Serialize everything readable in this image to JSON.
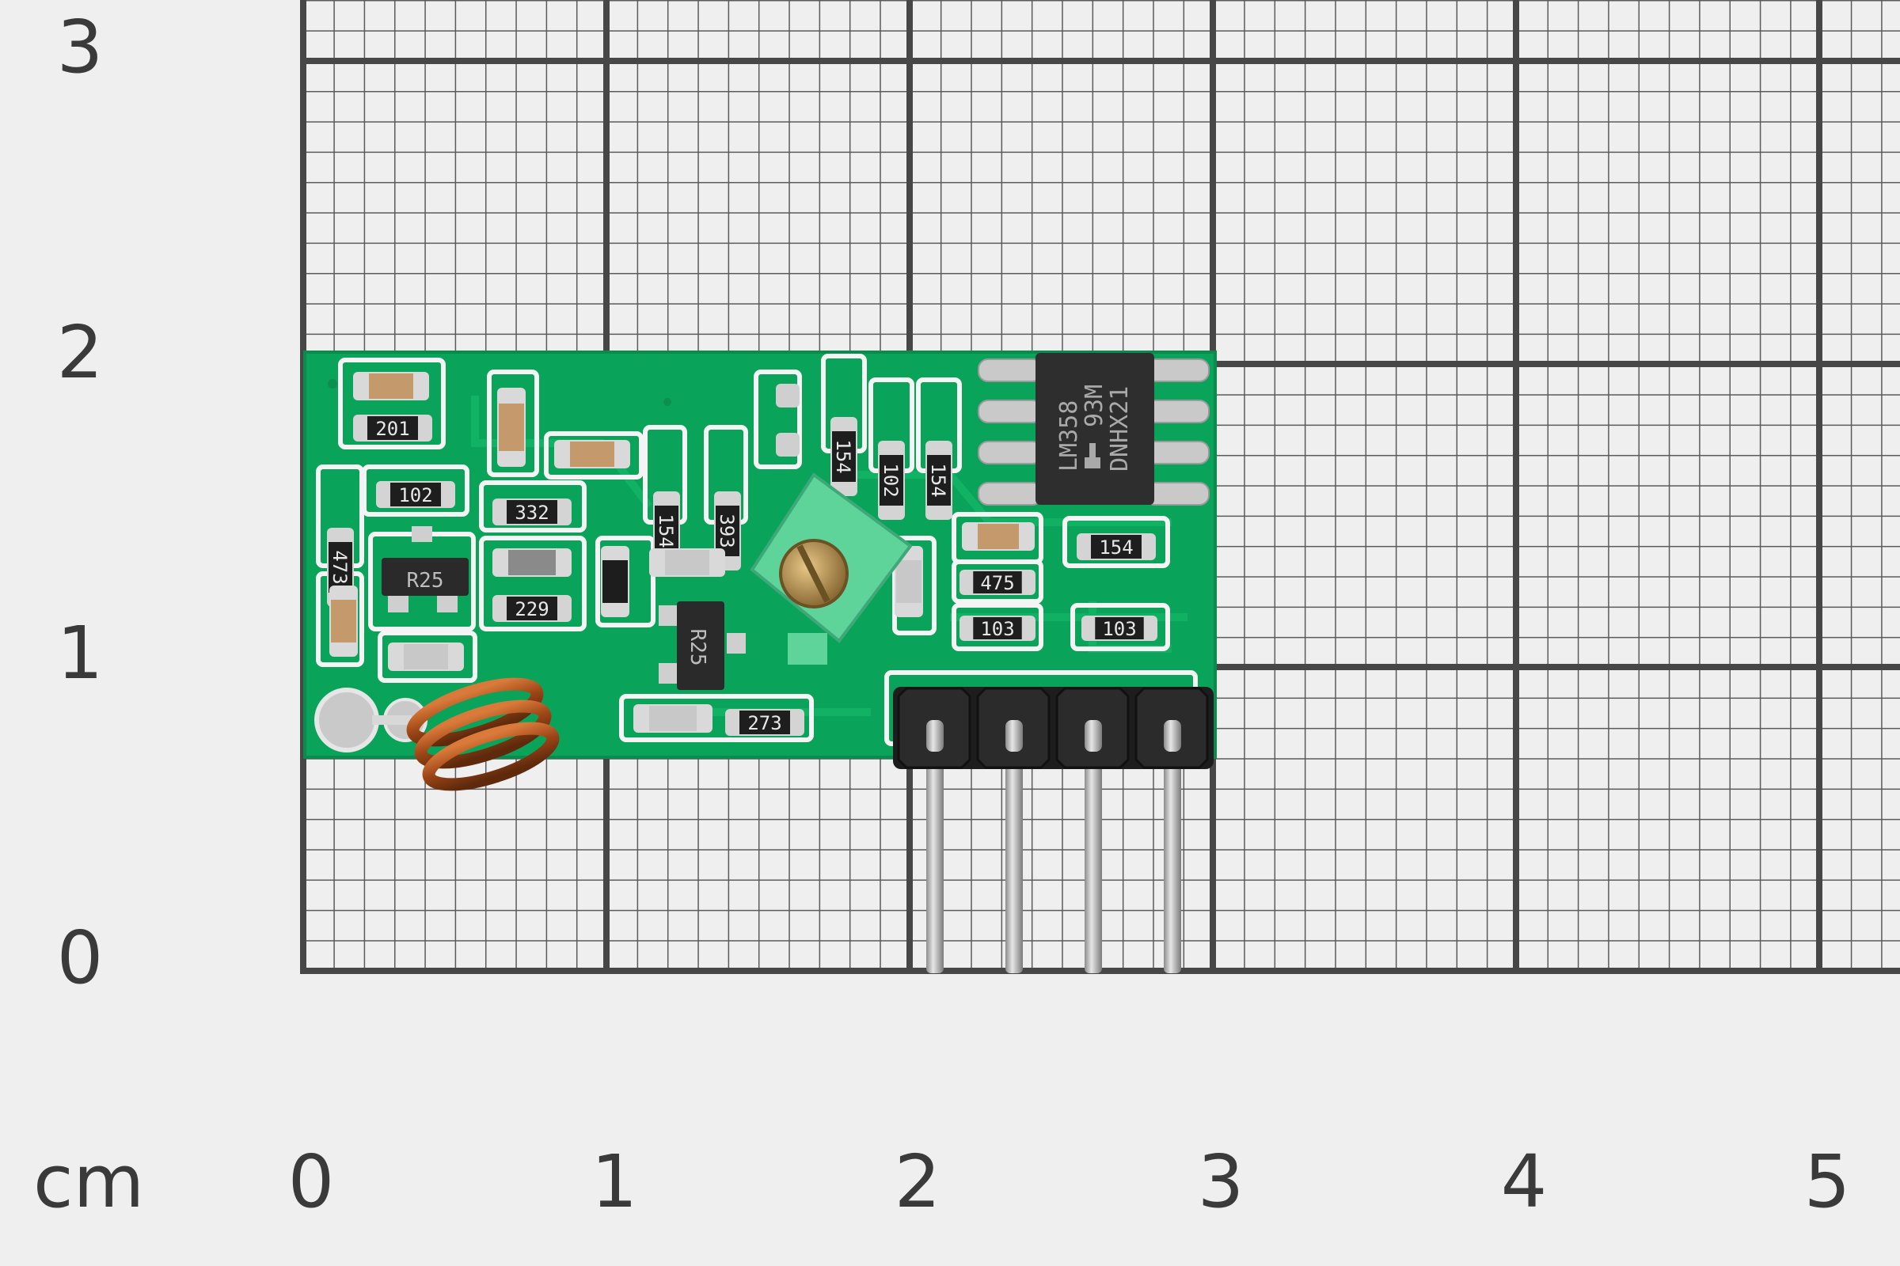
{
  "scale": {
    "unit": "cm",
    "x_ticks": [
      "0",
      "1",
      "2",
      "3",
      "4",
      "5"
    ],
    "y_ticks": [
      "0",
      "1",
      "2",
      "3"
    ]
  },
  "components": {
    "chips": [
      {
        "id": "u1",
        "lines": [
          "LM358",
          "93M",
          "DNHX21"
        ]
      },
      {
        "id": "q1",
        "label": "R25"
      },
      {
        "id": "q2",
        "label": "R25"
      }
    ],
    "resistors": [
      {
        "id": "r1",
        "label": "201"
      },
      {
        "id": "r2",
        "label": "102"
      },
      {
        "id": "r3",
        "label": "473"
      },
      {
        "id": "r4",
        "label": "332"
      },
      {
        "id": "r5",
        "label": "229"
      },
      {
        "id": "r6",
        "label": "154"
      },
      {
        "id": "r7",
        "label": "393"
      },
      {
        "id": "r8",
        "label": "154"
      },
      {
        "id": "r9",
        "label": "102"
      },
      {
        "id": "r10",
        "label": "154"
      },
      {
        "id": "r11",
        "label": "154"
      },
      {
        "id": "r12",
        "label": "475"
      },
      {
        "id": "r13",
        "label": "103"
      },
      {
        "id": "r14",
        "label": "103"
      },
      {
        "id": "r15",
        "label": "273"
      }
    ],
    "header_pins": 4
  },
  "colors": {
    "background": "#efefef",
    "grid_fine": "#5a5a5a",
    "grid_major": "#474747",
    "pcb": "#0aa35a",
    "silk": "#f4f4f4",
    "coil": "#b0521d",
    "chip": "#2a2a2a"
  }
}
